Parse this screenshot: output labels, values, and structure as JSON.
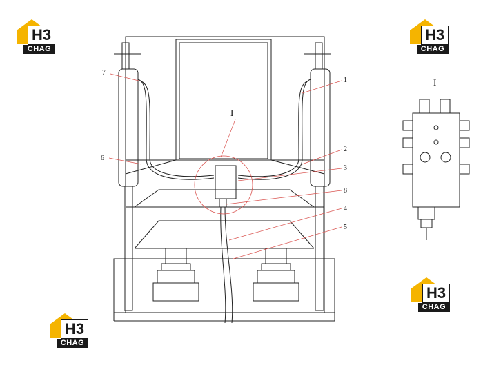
{
  "logos": [
    {
      "mark": "H3",
      "word": "CHAG"
    },
    {
      "mark": "H3",
      "word": "CHAG"
    },
    {
      "mark": "H3",
      "word": "CHAG"
    },
    {
      "mark": "H3",
      "word": "CHAG"
    }
  ],
  "detail_marker": "I",
  "detail_title": "I",
  "callouts": {
    "c1": "1",
    "c2": "2",
    "c3": "3",
    "c4": "4",
    "c5": "5",
    "c6": "6",
    "c7": "7",
    "c8": "8"
  },
  "colors": {
    "line": "#222222",
    "callout_leader": "#d9534f",
    "logo_yellow": "#f5b400",
    "logo_dark": "#1a1a1a"
  }
}
